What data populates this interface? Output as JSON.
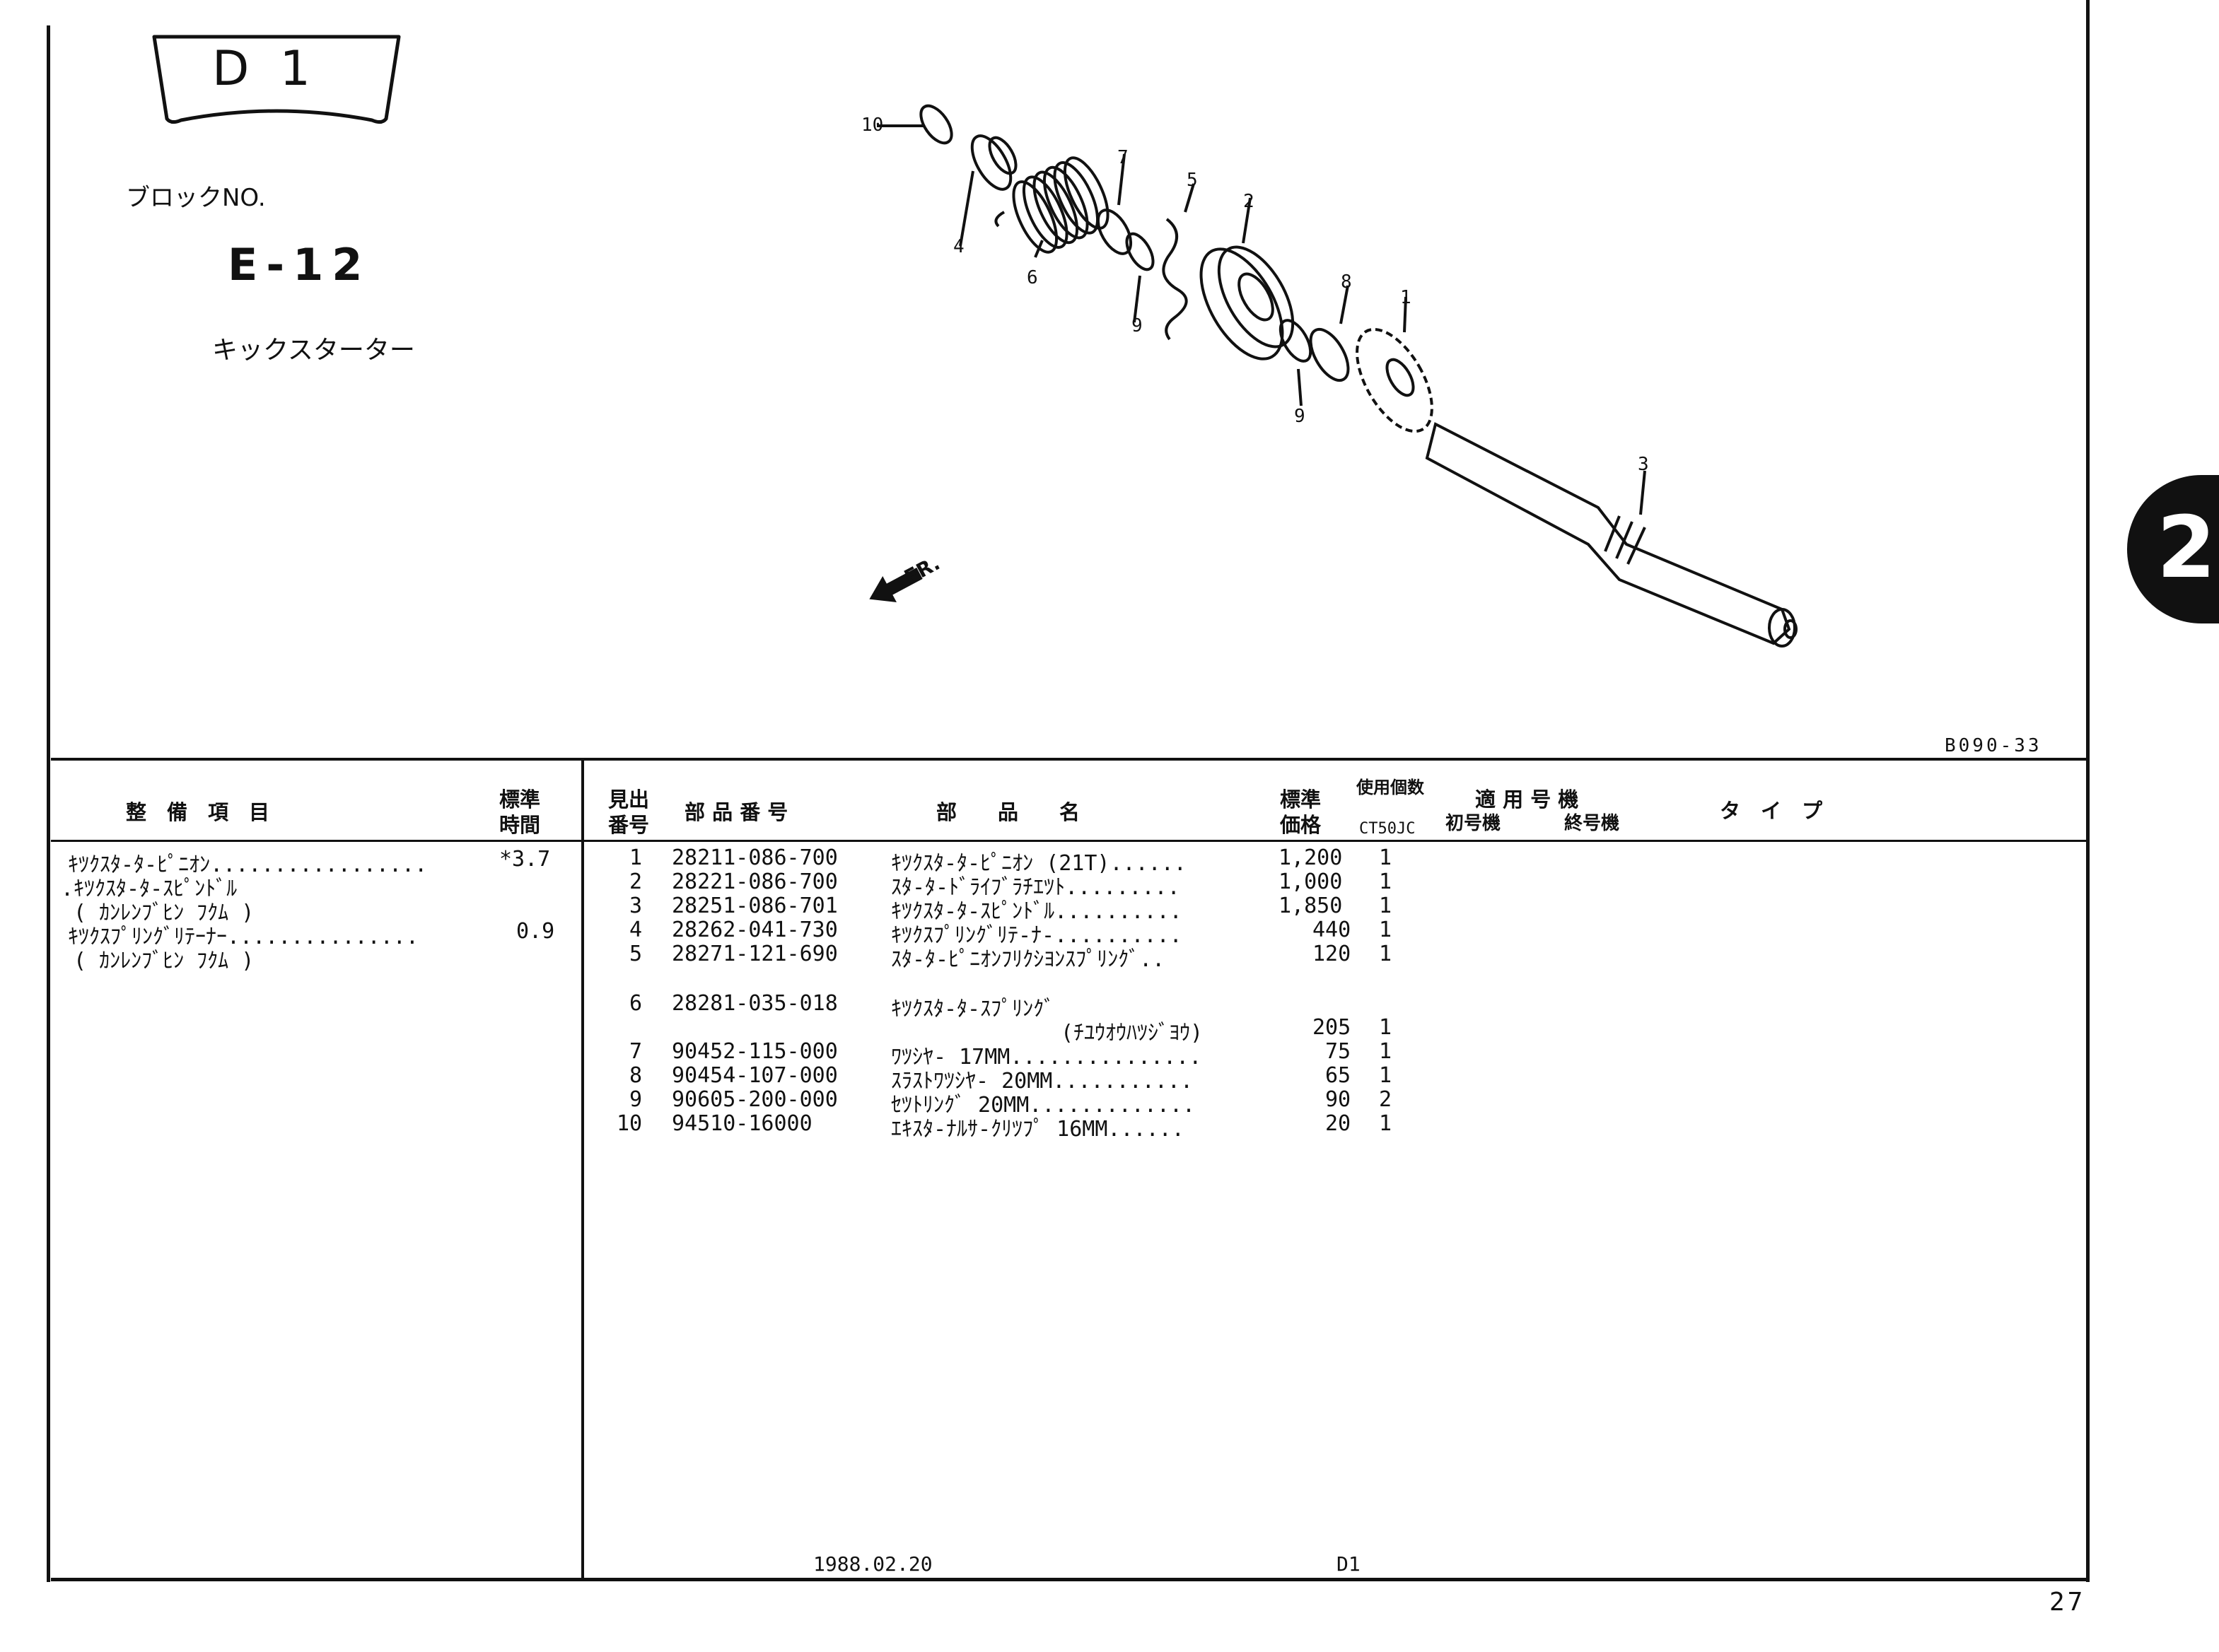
{
  "block": {
    "tab": "D  1",
    "label": "ブロックNO.",
    "number": "E-12",
    "title": "キックスターター"
  },
  "diagram": {
    "callouts": [
      "10",
      "4",
      "6",
      "7",
      "9",
      "5",
      "2",
      "8",
      "9",
      "1",
      "3"
    ],
    "fr_label": "FR.",
    "code": "B090-33"
  },
  "side_tab": "2",
  "table": {
    "headers": {
      "service_item": "整　備　項　目",
      "std_time": [
        "標準",
        "時間"
      ],
      "ref_no": [
        "見出",
        "番号"
      ],
      "part_number": "部 品 番 号",
      "part_name": "部　　品　　名",
      "price": [
        "標準",
        "価格"
      ],
      "qty": "使用個数",
      "model": "CT50JC",
      "applicable": "適 用 号 機",
      "first_frame": "初号機",
      "last_frame": "終号機",
      "type": "タ　イ　プ"
    },
    "service_rows": [
      {
        "item": "ｷﾂｸｽﾀ-ﾀ-ﾋﾟﾆｵﾝ.................",
        "time": "*3.7"
      },
      {
        "item": ".ｷﾂｸｽﾀ-ﾀ-ｽﾋﾟﾝﾄﾞﾙ",
        "time": ""
      },
      {
        "item": "( ｶﾝﾚﾝﾌﾞﾋﾝ ﾌｸﾑ )",
        "time": ""
      },
      {
        "item": "ｷﾂｸｽﾌﾟﾘﾝｸﾞﾘﾃｰﾅｰ...............",
        "time": "0.9"
      },
      {
        "item": "( ｶﾝﾚﾝﾌﾞﾋﾝ ﾌｸﾑ )",
        "time": ""
      }
    ],
    "parts": [
      {
        "no": "1",
        "pn": "28211-086-700",
        "name": "ｷﾂｸｽﾀ-ﾀ-ﾋﾟﾆｵﾝ (21T)......",
        "name2": "",
        "price": "1,200",
        "qty": "1"
      },
      {
        "no": "2",
        "pn": "28221-086-700",
        "name": "ｽﾀ-ﾀ-ﾄﾞﾗｲﾌﾞﾗﾁｴﾂﾄ.........",
        "name2": "",
        "price": "1,000",
        "qty": "1"
      },
      {
        "no": "3",
        "pn": "28251-086-701",
        "name": "ｷﾂｸｽﾀ-ﾀ-ｽﾋﾟﾝﾄﾞﾙ..........",
        "name2": "",
        "price": "1,850",
        "qty": "1"
      },
      {
        "no": "4",
        "pn": "28262-041-730",
        "name": "ｷﾂｸｽﾌﾟﾘﾝｸﾞﾘﾃ-ﾅ-..........",
        "name2": "",
        "price": "440",
        "qty": "1"
      },
      {
        "no": "5",
        "pn": "28271-121-690",
        "name": "ｽﾀ-ﾀ-ﾋﾟﾆｵﾝﾌﾘｸｼﾖﾝｽﾌﾟﾘﾝｸﾞ..",
        "name2": "",
        "price": "120",
        "qty": "1"
      },
      {
        "no": "6",
        "pn": "28281-035-018",
        "name": "ｷﾂｸｽﾀ-ﾀ-ｽﾌﾟﾘﾝｸﾞ",
        "name2": "(ﾁﾕｳｵｳﾊﾂｼﾞﾖｳ)",
        "price": "205",
        "qty": "1"
      },
      {
        "no": "7",
        "pn": "90452-115-000",
        "name": "ﾜﾂｼﾔ- 17MM...............",
        "name2": "",
        "price": "75",
        "qty": "1"
      },
      {
        "no": "8",
        "pn": "90454-107-000",
        "name": "ｽﾗｽﾄﾜﾂｼﾔ- 20MM...........",
        "name2": "",
        "price": "65",
        "qty": "1"
      },
      {
        "no": "9",
        "pn": "90605-200-000",
        "name": "ｾﾂﾄﾘﾝｸﾞ 20MM.............",
        "name2": "",
        "price": "90",
        "qty": "2"
      },
      {
        "no": "10",
        "pn": "94510-16000",
        "name": "ｴｷｽﾀ-ﾅﾙｻ-ｸﾘﾂﾌﾟ 16MM......",
        "name2": "",
        "price": "20",
        "qty": "1"
      }
    ]
  },
  "footer": {
    "date": "1988.02.20",
    "code": "D1",
    "page": "27"
  }
}
